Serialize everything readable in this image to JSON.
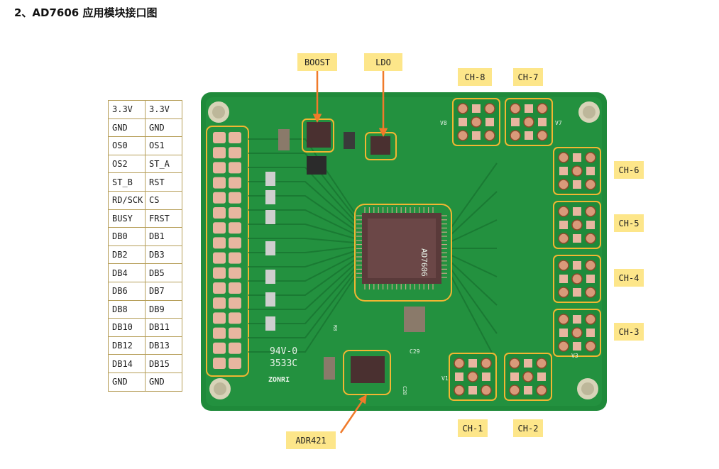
{
  "title": "2、AD7606 应用模块接口图",
  "pins": [
    [
      "3.3V",
      "3.3V"
    ],
    [
      "GND",
      "GND"
    ],
    [
      "OS0",
      "OS1"
    ],
    [
      "OS2",
      "ST_A"
    ],
    [
      "ST_B",
      "RST"
    ],
    [
      "RD/SCK",
      "CS"
    ],
    [
      "BUSY",
      "FRST"
    ],
    [
      "DB0",
      "DB1"
    ],
    [
      "DB2",
      "DB3"
    ],
    [
      "DB4",
      "DB5"
    ],
    [
      "DB6",
      "DB7"
    ],
    [
      "DB8",
      "DB9"
    ],
    [
      "DB10",
      "DB11"
    ],
    [
      "DB12",
      "DB13"
    ],
    [
      "DB14",
      "DB15"
    ],
    [
      "GND",
      "GND"
    ]
  ],
  "labels": {
    "boost": "BOOST",
    "ldo": "LDO",
    "adr421": "ADR421",
    "ch1": "CH-1",
    "ch2": "CH-2",
    "ch3": "CH-3",
    "ch4": "CH-4",
    "ch5": "CH-5",
    "ch6": "CH-6",
    "ch7": "CH-7",
    "ch8": "CH-8"
  },
  "silkscreen": {
    "chip": "AD7606",
    "version": "94V-0",
    "code": "3533C",
    "brand": "ZONRI",
    "v1": "V1",
    "v3": "V3",
    "v7": "V7",
    "v8": "V8",
    "c29": "C29",
    "r8": "R8",
    "c28": "C28"
  },
  "colors": {
    "label_bg": "#fde68a",
    "outline": "#f2b632",
    "arrow": "#f07a2a",
    "pcb": "#1f8a3a",
    "copper": "#e8b6a0"
  }
}
